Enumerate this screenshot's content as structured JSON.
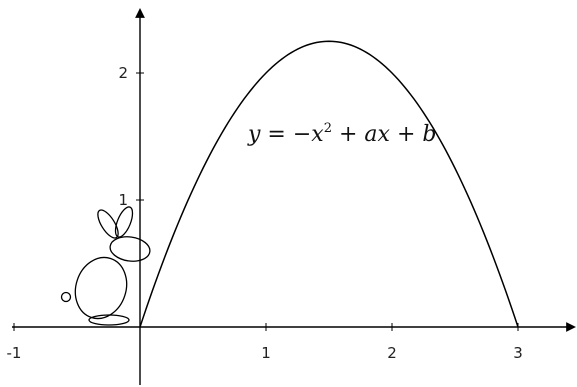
{
  "figure": {
    "axes": {
      "x_range": [
        -1.1,
        3.45
      ],
      "y_range": [
        -0.45,
        2.5
      ],
      "x_ticks": [
        {
          "value": -1,
          "label": "-1"
        },
        {
          "value": 1,
          "label": "1"
        },
        {
          "value": 2,
          "label": "2"
        },
        {
          "value": 3,
          "label": "3"
        }
      ],
      "y_ticks": [
        {
          "value": 1,
          "label": "1"
        },
        {
          "value": 2,
          "label": "2"
        }
      ]
    },
    "parabola": {
      "a": 3,
      "b": 0,
      "x_from": 0,
      "x_to": 3
    },
    "equation": {
      "y": "y",
      "eq": " = −",
      "x1": "x",
      "exp": "2",
      "plus1": " + ",
      "a": "a",
      "x2": "x",
      "plus2": " + ",
      "b": "b"
    },
    "rabbit_icon": "rabbit-sketch"
  }
}
